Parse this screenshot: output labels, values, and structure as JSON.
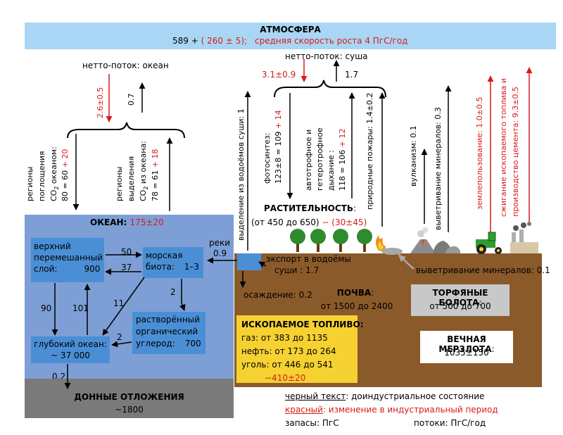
{
  "atmosphere": {
    "title": "АТМОСФЕРА",
    "stock": "589 +",
    "change": "( 260 ± 5);",
    "growth": "средняя скорость роста 4 ПгС/год"
  },
  "ocean_flux": {
    "net_label": "нетто-поток: океан",
    "down_value": "2.6±0.5",
    "up_value": "0.7",
    "uptake_label_1": "регионы",
    "uptake_label_2": "поглощения",
    "uptake_label_3": "CO",
    "uptake_label_3_sub": "2",
    "uptake_label_3_tail": " океаном:",
    "uptake_value": "80 = 60 ",
    "uptake_delta": "+ 20",
    "release_label_1": "регионы",
    "release_label_2": "выделения",
    "release_label_3": "CO",
    "release_label_3_sub": "2",
    "release_label_3_tail": " из океана:",
    "release_value": "78 = 61 ",
    "release_delta": "+ 18"
  },
  "land_flux": {
    "net_label": "нетто-поток: суша",
    "down_value": "3.1±0.9",
    "up_value": "1.7",
    "freshwater_outgas": "выделение из водоёмов суши: 1",
    "photosynthesis_1": "фотосинтез:",
    "photosynthesis_2": "123±8 = 109 ",
    "photosynthesis_delta": "+ 14",
    "respiration_1": "автотрофное и",
    "respiration_2": "гетеротрофное",
    "respiration_3": "дыхание :",
    "respiration_4": "118 = 106 ",
    "respiration_delta": "+ 12",
    "fires": "природные пожары: 1.4±0.2"
  },
  "geo_flux": {
    "volcanism": "вулканизм: 0.1",
    "weathering": "выветривание минералов: 0.3",
    "land_use": "землепользование: 1.0±0.5",
    "fossil_1": "сжигание ископаемого топлива и",
    "fossil_2": "производство цемента: 9.3±0.5"
  },
  "vegetation": {
    "title": "РАСТИТЕЛЬНОСТЬ",
    "colon": ":",
    "stock": "(от 450 до 650)",
    "change": "− (30±45)"
  },
  "ocean": {
    "title": "ОКЕАН",
    "colon": ":",
    "stock": "175±20",
    "upper_1": "верхний",
    "upper_2": "перемешанный",
    "upper_3": "слой:",
    "upper_value": "900",
    "biota_1": "морская",
    "biota_2": "биота:",
    "biota_value": "1–3",
    "doc_1": "растворённый",
    "doc_2": "органический",
    "doc_3": "углерод:",
    "doc_value": "700",
    "deep_1": "глубокий океан:",
    "deep_2": "~ 37 000",
    "f_50": "50",
    "f_37": "37",
    "f_2a": "2",
    "f_11": "11",
    "f_2b": "2",
    "f_90": "90",
    "f_101": "101",
    "f_02": "0.2",
    "rivers": "реки",
    "rivers_value": "0.9"
  },
  "sediments": {
    "title": "ДОННЫЕ ОТЛОЖЕНИЯ",
    "value": "~1800"
  },
  "soil": {
    "export_1": "экспорт в водоёмы",
    "export_2": "суши : 1.7",
    "burial": "осаждение: 0.2",
    "title": "ПОЧВА",
    "colon": ":",
    "stock": "от 1500 до 2400",
    "weathering": "выветривание минералов: 0.1"
  },
  "peat": {
    "title": "ТОРФЯНЫЕ БОЛОТА",
    "colon": ":",
    "stock": "от 500 до 700"
  },
  "fossil": {
    "title": "ИСКОПАЕМОЕ ТОПЛИВО",
    "colon": ":",
    "gas": "газ: от 383 до 1135",
    "oil": "нефть: от 173 до 264",
    "coal": "уголь: от 446 до 541",
    "change": "−410±20"
  },
  "permafrost": {
    "title": "ВЕЧНАЯ МЕРЗЛОТА",
    "colon": ":",
    "stock": "1035±150"
  },
  "legend": {
    "black_key": "черный текст",
    "black_desc": ": доиндустриальное состояние",
    "red_key": "красный",
    "red_desc": ": изменение в индустриальный период",
    "stocks": "запасы: ПгС",
    "fluxes": "потоки: ПгС/год"
  },
  "colors": {
    "atmosphere_bg": "#a9d6f5",
    "ocean_bg": "#7d9fd6",
    "ocean_box": "#4a8fd6",
    "sediment": "#7a7a7a",
    "soil": "#8b5a2b",
    "fossil": "#f5d132",
    "peat": "#c8c8c8",
    "red": "#d91a1a"
  }
}
